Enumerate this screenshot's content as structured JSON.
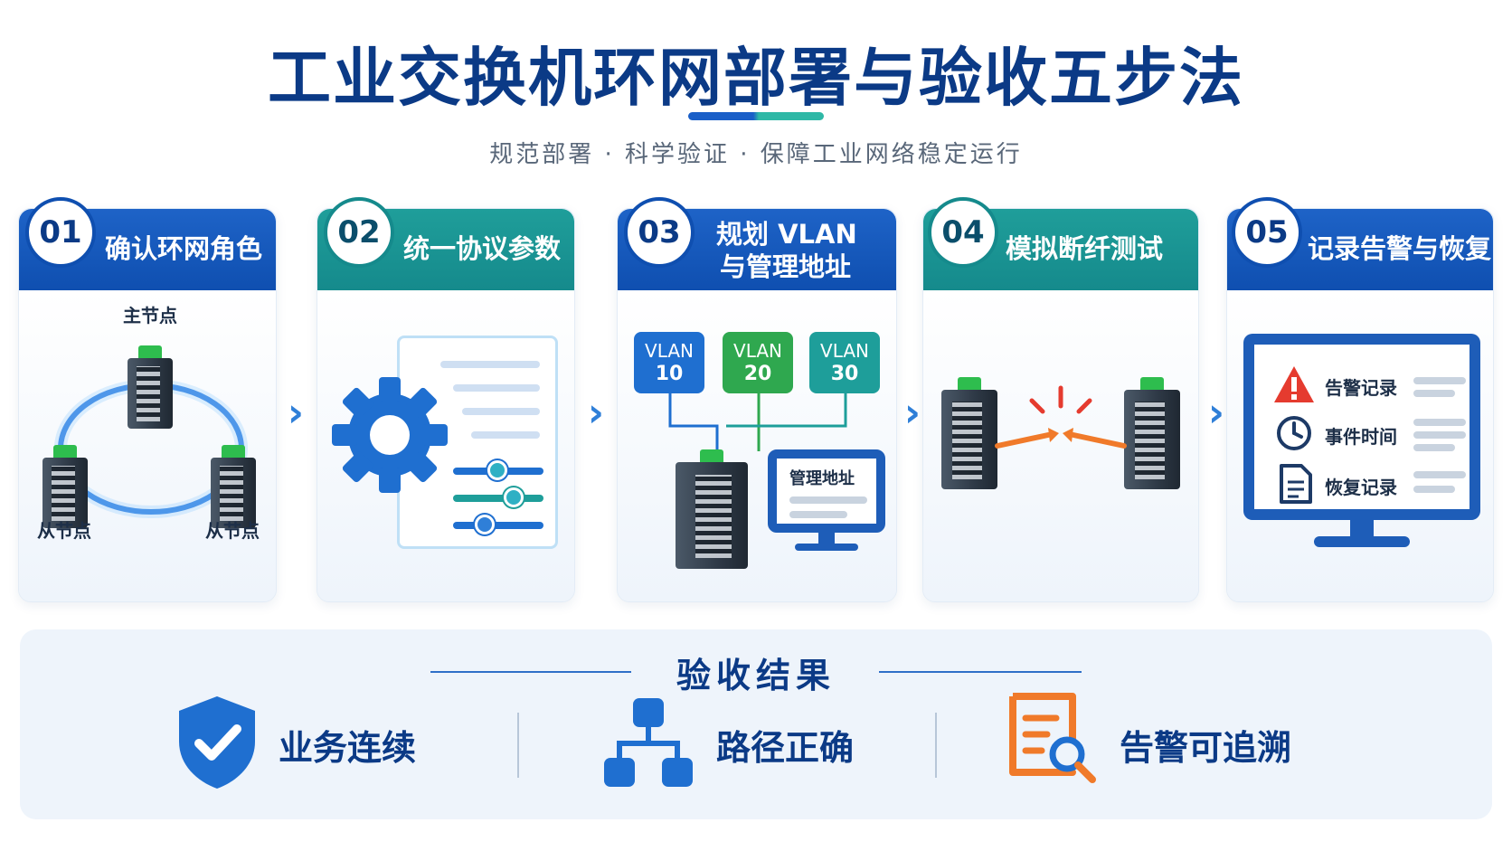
{
  "header": {
    "title": "工业交换机环网部署与验收五步法",
    "subtitle": "规范部署 · 科学验证 · 保障工业网络稳定运行"
  },
  "steps": [
    {
      "number": "01",
      "title": "确认环网角色",
      "labels": {
        "master": "主节点",
        "slave_left": "从节点",
        "slave_right": "从节点"
      }
    },
    {
      "number": "02",
      "title": "统一协议参数"
    },
    {
      "number": "03",
      "title_line1": "规划 VLAN",
      "title_line2": "与管理地址",
      "vlans": [
        {
          "name": "VLAN",
          "id": "10",
          "color": "#1f6fd0"
        },
        {
          "name": "VLAN",
          "id": "20",
          "color": "#2fa84f"
        },
        {
          "name": "VLAN",
          "id": "30",
          "color": "#1e9e9a"
        }
      ],
      "mgmt_label": "管理地址"
    },
    {
      "number": "04",
      "title": "模拟断纤测试"
    },
    {
      "number": "05",
      "title": "记录告警与恢复",
      "records": [
        "告警记录",
        "事件时间",
        "恢复记录"
      ]
    }
  ],
  "results": {
    "title": "验收结果",
    "items": [
      "业务连续",
      "路径正确",
      "告警可追溯"
    ]
  },
  "colors": {
    "primary": "#0f4fb0",
    "teal": "#158a8c",
    "alert_red": "#e53b2f",
    "orange": "#f07a2a"
  }
}
